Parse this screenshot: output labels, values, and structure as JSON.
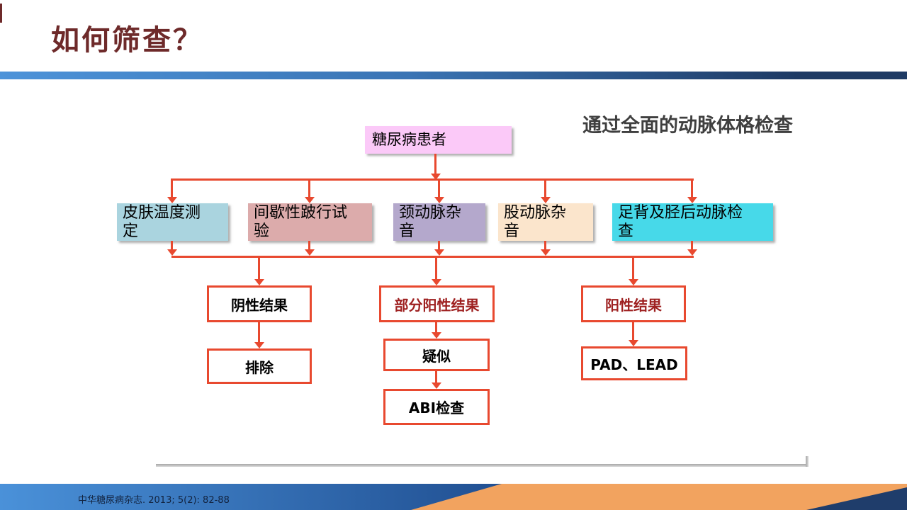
{
  "slide": {
    "title": "如何筛查？",
    "caption": "通过全面的动脉体格检查",
    "citation": "中华糖尿病杂志. 2013; 5(2): 82-88"
  },
  "flowchart": {
    "root": {
      "label": "糖尿病患者",
      "fill": "#fbc9f8"
    },
    "screening": [
      {
        "label": "皮肤温度测\n定",
        "fill": "#aad4df"
      },
      {
        "label": "间歇性跛行试\n验",
        "fill": "#dcabab"
      },
      {
        "label": "颈动脉杂\n音",
        "fill": "#b4a8cc"
      },
      {
        "label": "股动脉杂\n音",
        "fill": "#fbe5cc"
      },
      {
        "label": "足背及胫后动脉检\n查",
        "fill": "#47d9e9"
      }
    ],
    "results": [
      {
        "label": "阴性结果",
        "text_color": "#000000"
      },
      {
        "label": "部分阳性结果",
        "text_color": "#9e2020"
      },
      {
        "label": "阳性结果",
        "text_color": "#9e2020"
      }
    ],
    "outcomes": {
      "exclude": "排除",
      "suspected": "疑似",
      "abi": "ABI检查",
      "pad": "PAD、LEAD"
    },
    "arrow_color": "#e8492f"
  },
  "colors": {
    "title": "#6e2a2a",
    "divider_left": "#4d93d9",
    "divider_right": "#1e3a64",
    "caption": "#3f3f3f",
    "box_shadow": "#6e6e6e",
    "footer_blue_left": "#4a91d9",
    "footer_blue_right": "#16407e",
    "footer_orange": "#f2a35f",
    "footer_navy": "#1f3d6b",
    "citation_text": "#12233f",
    "ledge_gray": "#a7a7a7"
  }
}
